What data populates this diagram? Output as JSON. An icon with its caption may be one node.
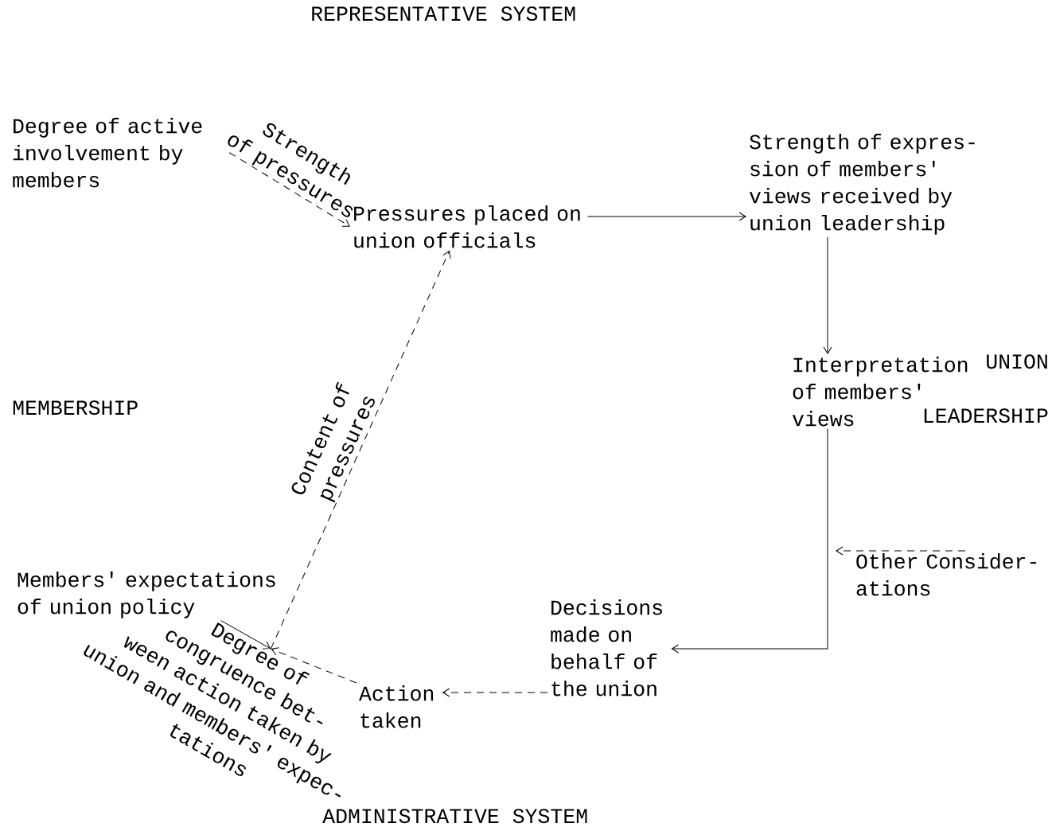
{
  "diagram": {
    "nodes": [
      {
        "text": [
          "Degree of active involvement by members"
        ]
      },
      {
        "text": [
          "Pressures placed on union officials"
        ]
      },
      {
        "text": [
          "Strength of expres- sion of members' views received by union leadership"
        ]
      },
      {
        "text": [
          "Interpretation of members' views"
        ]
      },
      {
        "text": [
          "Other Consider- ations"
        ]
      },
      {
        "text": [
          "Decisions made on behalf of the union"
        ]
      },
      {
        "text": [
          "Action taken"
        ]
      },
      {
        "text": [
          "Members' expectations of union policy"
        ]
      },
      {
        "text": [
          "Degree of congruence bet- ween action taken by union and members' expec- tations"
        ]
      }
    ],
    "edges": [
      {
        "from": 0,
        "to": 1,
        "arrow": "to",
        "style": "dashed",
        "label": "Strength of pressures"
      },
      {
        "from": 1,
        "to": 2,
        "arrow": "to"
      },
      {
        "from": 2,
        "to": 3,
        "arrow": "to"
      },
      {
        "from": 3,
        "to": 5,
        "arrow": "to"
      },
      {
        "from": 4,
        "to": null,
        "arrow": "to",
        "style": "dashed"
      },
      {
        "from": 5,
        "to": 6,
        "arrow": "to",
        "style": "dashed"
      },
      {
        "from": 6,
        "to": 8,
        "arrow": "to",
        "style": "dashed"
      },
      {
        "from": 7,
        "to": 8,
        "arrow": "to"
      },
      {
        "from": 8,
        "to": 1,
        "arrow": "to",
        "style": "dashed",
        "label": "Content of pressures"
      }
    ],
    "labels": [
      "REPRESENTATIVE SYSTEM",
      "MEMBERSHIP",
      "UNION LEADERSHIP",
      "ADMINISTRATIVE SYSTEM"
    ]
  }
}
